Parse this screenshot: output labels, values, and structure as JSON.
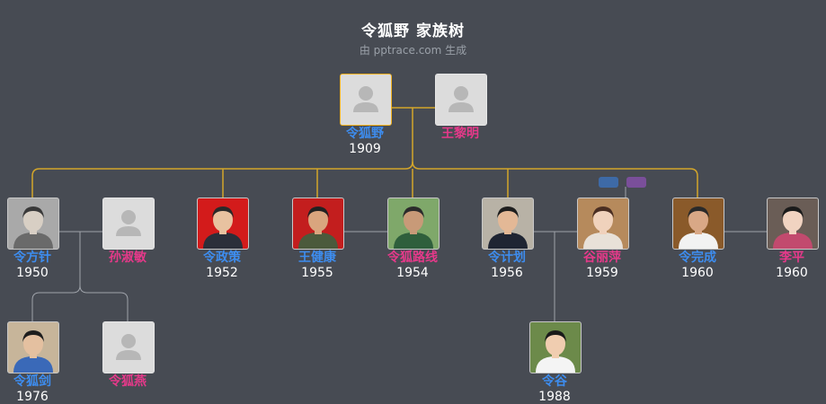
{
  "header": {
    "title": "令狐野 家族树",
    "subtitle": "由 pptrace.com 生成"
  },
  "colors": {
    "male": "#3d8df0",
    "female": "#e6398a",
    "focus_border": "#f2b320",
    "line_gold": "#d4a62a",
    "line_gray": "#9fa3aa",
    "chip_blue": "#3e6aa6",
    "chip_purple": "#7a4f9a"
  },
  "people": {
    "p_linghu_ye": {
      "name": "令狐野",
      "year": "1909",
      "gender": "male",
      "photo": "placeholder"
    },
    "p_wang_liming": {
      "name": "王黎明",
      "year": "",
      "gender": "female",
      "photo": "placeholder"
    },
    "p_linghu_fangzhen": {
      "name": "令方针",
      "year": "1950",
      "gender": "male",
      "photo": "portrait"
    },
    "p_sun_shumin": {
      "name": "孙淑敏",
      "year": "",
      "gender": "female",
      "photo": "placeholder"
    },
    "p_linghu_zhengce": {
      "name": "令政策",
      "year": "1952",
      "gender": "male",
      "photo": "portrait"
    },
    "p_wang_jiankang": {
      "name": "王健康",
      "year": "1955",
      "gender": "male",
      "photo": "portrait"
    },
    "p_linghu_luxian": {
      "name": "令狐路线",
      "year": "1954",
      "gender": "female",
      "photo": "portrait"
    },
    "p_ling_jihua": {
      "name": "令计划",
      "year": "1956",
      "gender": "male",
      "photo": "portrait"
    },
    "p_gu_liping": {
      "name": "谷丽萍",
      "year": "1959",
      "gender": "female",
      "photo": "portrait"
    },
    "p_ling_wancheng": {
      "name": "令完成",
      "year": "1960",
      "gender": "male",
      "photo": "portrait"
    },
    "p_li_ping": {
      "name": "李平",
      "year": "1960",
      "gender": "female",
      "photo": "portrait"
    },
    "p_linghu_jian": {
      "name": "令狐剑",
      "year": "1976",
      "gender": "male",
      "photo": "portrait"
    },
    "p_linghu_yan": {
      "name": "令狐燕",
      "year": "",
      "gender": "female",
      "photo": "placeholder"
    },
    "p_ling_gu": {
      "name": "令谷",
      "year": "1988",
      "gender": "male",
      "photo": "portrait"
    }
  }
}
